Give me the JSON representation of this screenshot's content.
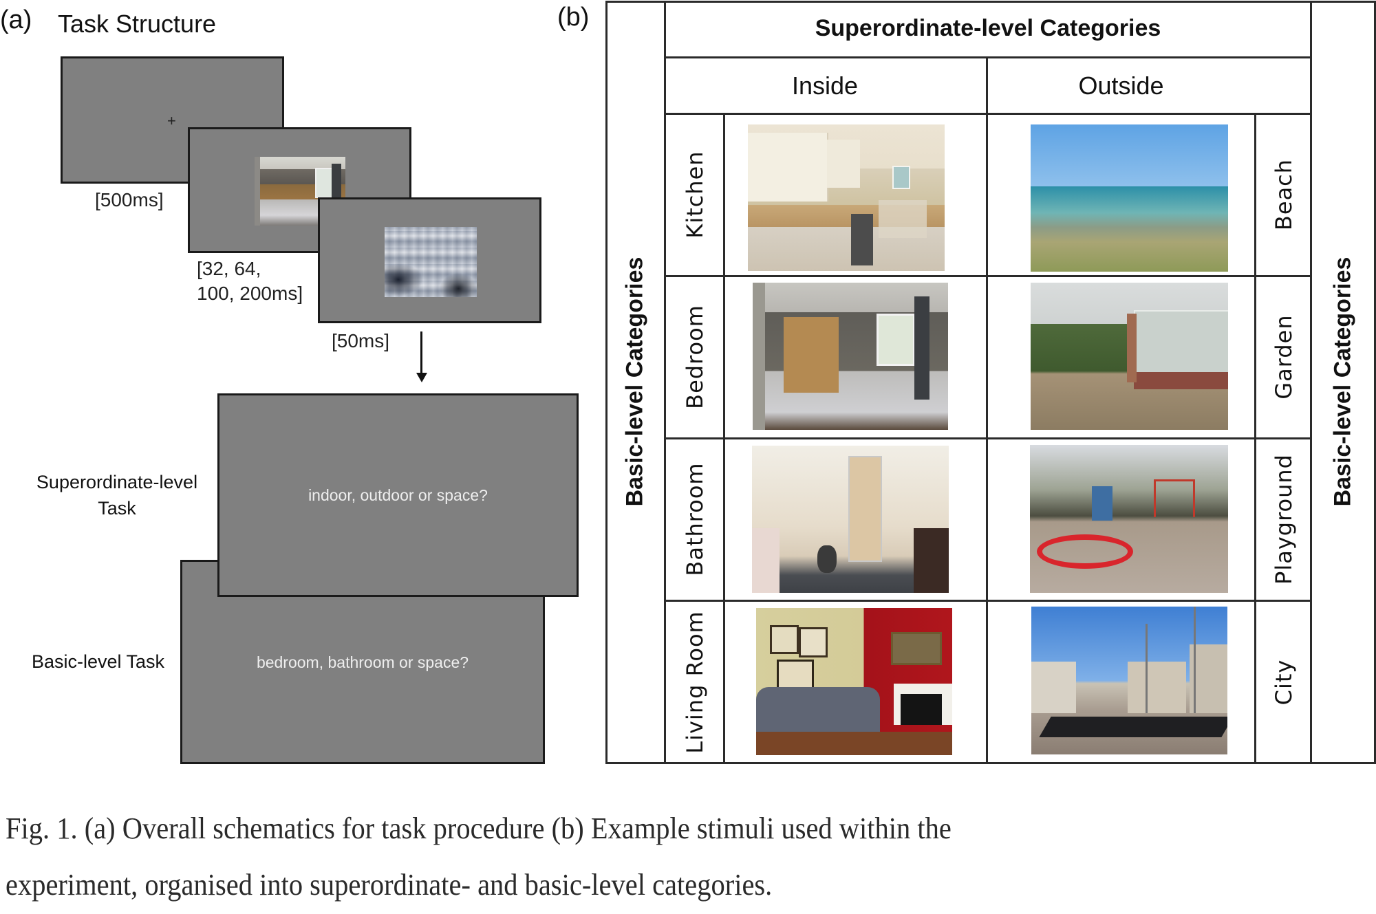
{
  "panel_a": {
    "label": "(a)",
    "title": "Task Structure",
    "screens": {
      "fixation": {
        "symbol": "+",
        "timing": "[500ms]"
      },
      "stimulus": {
        "image": "bedroom-photo",
        "timing_line1": "[32, 64,",
        "timing_line2": "100, 200ms]"
      },
      "mask": {
        "image": "noise-mask",
        "timing": "[50ms]"
      }
    },
    "tasks": {
      "superordinate": {
        "label_line1": "Superordinate-level",
        "label_line2": "Task",
        "question": "indoor, outdoor or space?"
      },
      "basic": {
        "label": "Basic-level Task",
        "question": "bedroom, bathroom or space?"
      }
    }
  },
  "panel_b": {
    "label": "(b)",
    "header": "Superordinate-level Categories",
    "columns": [
      "Inside",
      "Outside"
    ],
    "side_label_left": "Basic-level Categories",
    "side_label_right": "Basic-level Categories",
    "rows": [
      {
        "inside": "Kitchen",
        "outside": "Beach"
      },
      {
        "inside": "Bedroom",
        "outside": "Garden"
      },
      {
        "inside": "Bathroom",
        "outside": "Playground"
      },
      {
        "inside": "Living Room",
        "outside": "City"
      }
    ]
  },
  "caption": {
    "line1": "Fig. 1. (a) Overall schematics for task procedure (b) Example stimuli used within the",
    "line2": "experiment, organised into superordinate- and basic-level categories."
  }
}
